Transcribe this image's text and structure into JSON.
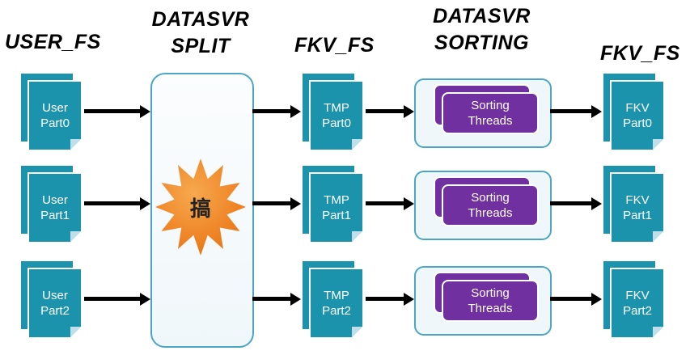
{
  "headers": {
    "user_fs": "USER_FS",
    "datasvr_split": [
      "DATASVR",
      "SPLIT"
    ],
    "fkv_fs_mid": "FKV_FS",
    "datasvr_sorting": [
      "DATASVR",
      "SORTING"
    ],
    "fkv_fs_right": "FKV_FS"
  },
  "split": {
    "burst_label": "搞"
  },
  "rows": [
    {
      "user": {
        "line1": "User",
        "line2": "Part0"
      },
      "tmp": {
        "line1": "TMP",
        "line2": "Part0"
      },
      "sorting": {
        "line1": "Sorting",
        "line2": "Threads"
      },
      "fkv": {
        "line1": "FKV",
        "line2": "Part0"
      }
    },
    {
      "user": {
        "line1": "User",
        "line2": "Part1"
      },
      "tmp": {
        "line1": "TMP",
        "line2": "Part1"
      },
      "sorting": {
        "line1": "Sorting",
        "line2": "Threads"
      },
      "fkv": {
        "line1": "FKV",
        "line2": "Part1"
      }
    },
    {
      "user": {
        "line1": "User",
        "line2": "Part2"
      },
      "tmp": {
        "line1": "TMP",
        "line2": "Part2"
      },
      "sorting": {
        "line1": "Sorting",
        "line2": "Threads"
      },
      "fkv": {
        "line1": "FKV",
        "line2": "Part2"
      }
    }
  ],
  "colors": {
    "doc_teal": "#1b93ad",
    "purple": "#7030a0",
    "box_border": "#4aa6c4",
    "box_bg": "#f0f7fa",
    "star_orange": "#ee8122",
    "arrow_black": "#000000"
  }
}
